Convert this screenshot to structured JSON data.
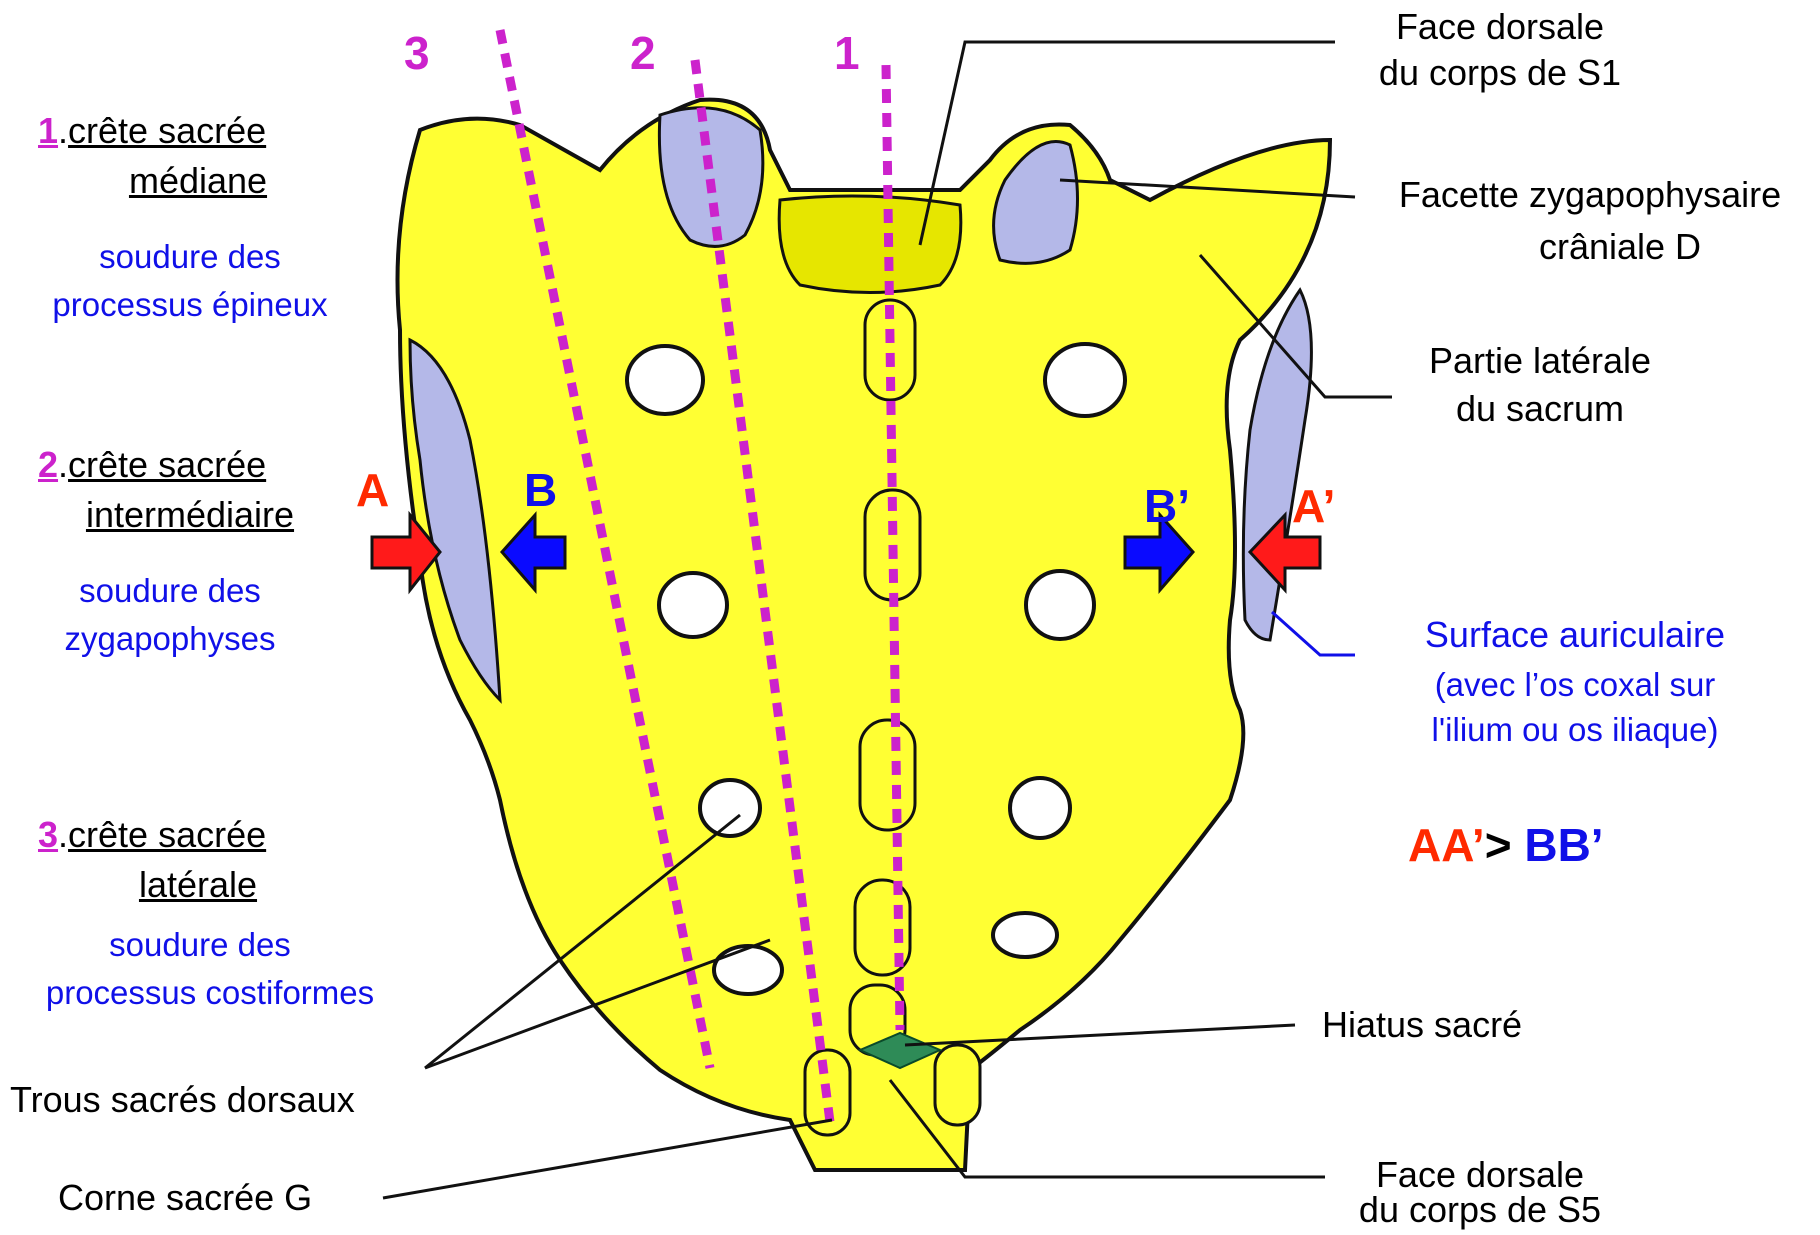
{
  "crest_numbers": {
    "c3": "3",
    "c2": "2",
    "c1": "1"
  },
  "left_labels": {
    "median": {
      "num": "1",
      "dot": ".",
      "line1": "crête sacrée",
      "line2": "médiane",
      "note1": "soudure des",
      "note2": "processus épineux"
    },
    "intermediate": {
      "num": "2",
      "dot": ".",
      "line1": "crête sacrée",
      "line2": "intermédiaire",
      "note1": "soudure des",
      "note2": "zygapophyses"
    },
    "lateral": {
      "num": "3",
      "dot": ".",
      "line1": "crête sacrée",
      "line2": "latérale",
      "note1": "soudure des",
      "note2": "processus costiformes"
    },
    "foramina": "Trous sacrés dorsaux",
    "horn": "Corne sacrée G"
  },
  "right_labels": {
    "s1_line1": "Face dorsale",
    "s1_line2": "du corps de S1",
    "facet_line1": "Facette zygapophysaire",
    "facet_line2": "crâniale D",
    "lateral_line1": "Partie latérale",
    "lateral_line2": "du sacrum",
    "auricular_line1": "Surface auriculaire",
    "auricular_line2": "(avec l’os coxal sur",
    "auricular_line3": "l'ilium ou os iliaque)",
    "hiatus": "Hiatus sacré",
    "s5_line1": "Face dorsale",
    "s5_line2": "du corps de S5"
  },
  "arrows": {
    "A": "A",
    "B": "B",
    "B_prime": "B’",
    "A_prime": "A’"
  },
  "comparison": {
    "aa": "AA’",
    "gt": "> ",
    "bb": "BB’"
  },
  "colors": {
    "bone": "#ffff33",
    "facet": "#b4b8e8",
    "crest_line": "#cc22cc",
    "arrow_red": "#ff1a1a",
    "arrow_blue": "#0a0aff",
    "hiatus": "#2e8b57"
  }
}
